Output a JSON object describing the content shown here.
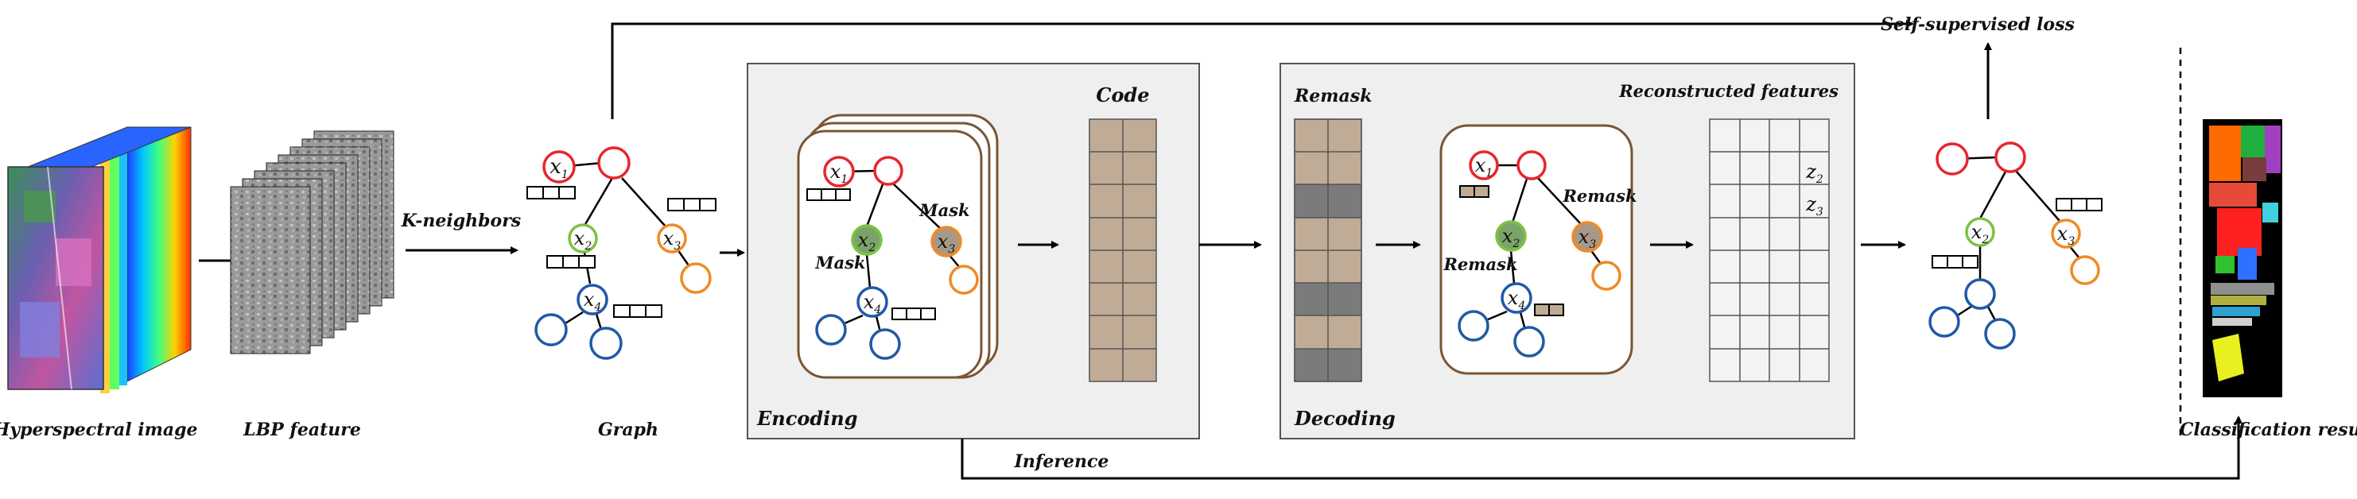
{
  "labels": {
    "hyperspectral": "Hyperspectral image",
    "lbp": "LBP feature",
    "k_neighbors": "K-neighbors",
    "graph": "Graph",
    "code": "Code",
    "encoding": "Encoding",
    "remask": "Remask",
    "reconstructed": "Reconstructed features",
    "decoding": "Decoding",
    "self_supervised": "Self-supervised loss",
    "inference": "Inference",
    "classification": "Classification result",
    "mask": "Mask"
  },
  "nodes": {
    "x1": "x",
    "x2": "x",
    "x3": "x",
    "x4": "x",
    "x1_sub": "1",
    "x2_sub": "2",
    "x3_sub": "3",
    "x4_sub": "4"
  },
  "recon_rows": {
    "z2": "z",
    "z2_sub": "2",
    "z3": "z",
    "z3_sub": "3"
  },
  "colors": {
    "red": "#e8262b",
    "green": "#7cc242",
    "orange": "#f08a24",
    "blue": "#1f5aa6",
    "code_brown": "#bfab96",
    "mask_gray": "#7b7b7b",
    "panel": "#efefef",
    "frame_brown": "#7a5634"
  }
}
